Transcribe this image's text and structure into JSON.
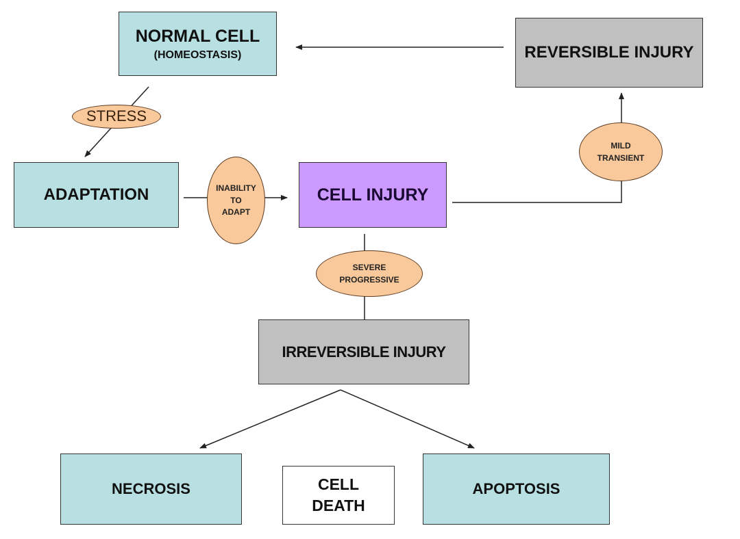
{
  "diagram": {
    "nodes": {
      "normal_cell": {
        "line1": "NORMAL CELL",
        "line2": "(HOMEOSTASIS)"
      },
      "reversible_injury": {
        "label": "REVERSIBLE INJURY"
      },
      "adaptation": {
        "label": "ADAPTATION"
      },
      "cell_injury": {
        "label": "CELL INJURY"
      },
      "irreversible_injury": {
        "label": "IRREVERSIBLE INJURY"
      },
      "necrosis": {
        "label": "NECROSIS"
      },
      "cell_death": {
        "line1": "CELL",
        "line2": "DEATH"
      },
      "apoptosis": {
        "label": "APOPTOSIS"
      }
    },
    "conditions": {
      "stress": {
        "label": "STRESS"
      },
      "inability_to_adapt": {
        "line1": "INABILITY",
        "line2": "TO",
        "line3": "ADAPT"
      },
      "mild_transient": {
        "line1": "MILD",
        "line2": "TRANSIENT"
      },
      "severe_progressive": {
        "line1": "SEVERE",
        "line2": "PROGRESSIVE"
      }
    },
    "edges": [
      {
        "from": "normal_cell",
        "to": "adaptation",
        "via": "stress"
      },
      {
        "from": "adaptation",
        "to": "cell_injury",
        "via": "inability_to_adapt"
      },
      {
        "from": "cell_injury",
        "to": "reversible_injury",
        "via": "mild_transient"
      },
      {
        "from": "reversible_injury",
        "to": "normal_cell"
      },
      {
        "from": "cell_injury",
        "to": "irreversible_injury",
        "via": "severe_progressive"
      },
      {
        "from": "irreversible_injury",
        "to": "necrosis"
      },
      {
        "from": "irreversible_injury",
        "to": "apoptosis"
      }
    ],
    "colors": {
      "teal": "#b8dfe2",
      "grey": "#c0c0c0",
      "purple": "#cc99ff",
      "peach": "#f9c89b"
    }
  }
}
